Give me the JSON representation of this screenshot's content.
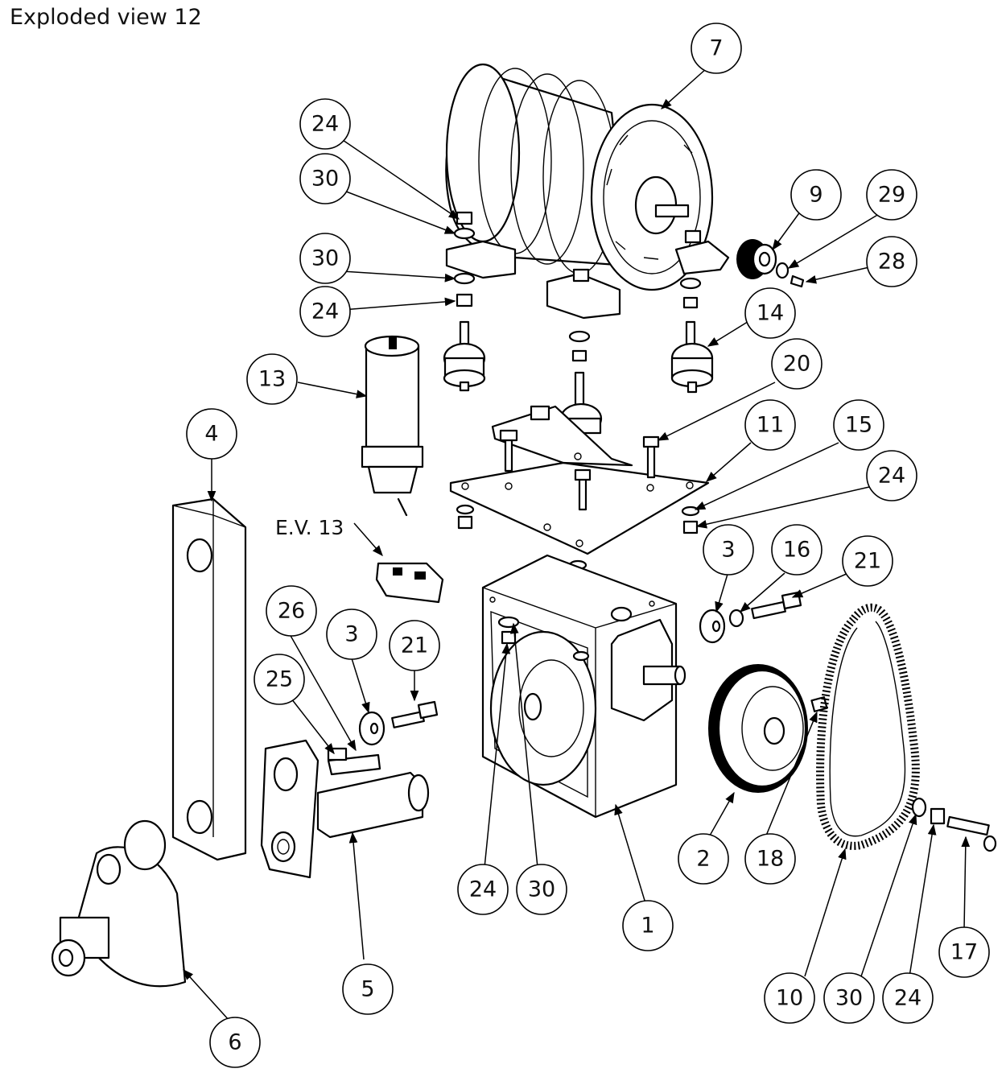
{
  "title": "Exploded view 12",
  "reference_label": "E.V. 13",
  "balloons": [
    {
      "id": "b7",
      "label": "7"
    },
    {
      "id": "b24a",
      "label": "24"
    },
    {
      "id": "b30a",
      "label": "30"
    },
    {
      "id": "b9",
      "label": "9"
    },
    {
      "id": "b29",
      "label": "29"
    },
    {
      "id": "b30b",
      "label": "30"
    },
    {
      "id": "b28",
      "label": "28"
    },
    {
      "id": "b24b",
      "label": "24"
    },
    {
      "id": "b14",
      "label": "14"
    },
    {
      "id": "b13",
      "label": "13"
    },
    {
      "id": "b20",
      "label": "20"
    },
    {
      "id": "b4",
      "label": "4"
    },
    {
      "id": "b11",
      "label": "11"
    },
    {
      "id": "b15",
      "label": "15"
    },
    {
      "id": "b24c",
      "label": "24"
    },
    {
      "id": "b3a",
      "label": "3"
    },
    {
      "id": "b16",
      "label": "16"
    },
    {
      "id": "b21a",
      "label": "21"
    },
    {
      "id": "b26",
      "label": "26"
    },
    {
      "id": "b3b",
      "label": "3"
    },
    {
      "id": "b21b",
      "label": "21"
    },
    {
      "id": "b25",
      "label": "25"
    },
    {
      "id": "b24d",
      "label": "24"
    },
    {
      "id": "b30c",
      "label": "30"
    },
    {
      "id": "b1",
      "label": "1"
    },
    {
      "id": "b2",
      "label": "2"
    },
    {
      "id": "b18",
      "label": "18"
    },
    {
      "id": "b5",
      "label": "5"
    },
    {
      "id": "b6",
      "label": "6"
    },
    {
      "id": "b10",
      "label": "10"
    },
    {
      "id": "b30d",
      "label": "30"
    },
    {
      "id": "b24e",
      "label": "24"
    },
    {
      "id": "b17",
      "label": "17"
    }
  ]
}
